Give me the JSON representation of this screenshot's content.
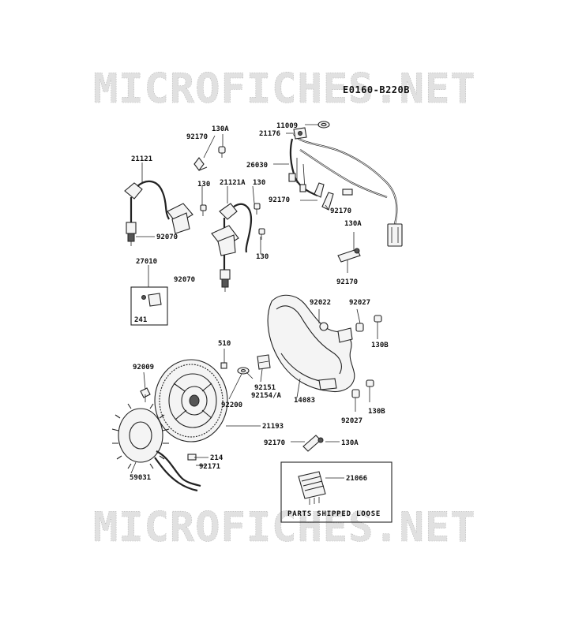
{
  "diagram": {
    "code": "E0160-B220B",
    "watermark": "MICROFICHES.NET",
    "note": "PARTS SHIPPED LOOSE"
  },
  "labels": {
    "l11009": "11009",
    "l21176": "21176",
    "l26030": "26030",
    "l92170_a": "92170",
    "l92170_b": "92170",
    "l92170_c": "92170",
    "l92170_d": "92170",
    "l92170_e": "92170",
    "l130a_a": "130A",
    "l130a_b": "130A",
    "l130a_c": "130A",
    "l21121": "21121",
    "l21121a": "21121A",
    "l130_a": "130",
    "l130_b": "130",
    "l130_c": "130",
    "l92070_a": "92070",
    "l92070_b": "92070",
    "l27010": "27010",
    "l241": "241",
    "l92022": "92022",
    "l92027_a": "92027",
    "l92027_b": "92027",
    "l130b_a": "130B",
    "l130b_b": "130B",
    "l510": "510",
    "l92009": "92009",
    "l92151": "92151",
    "l92154a": "92154/A",
    "l92200": "92200",
    "l14083": "14083",
    "l21193": "21193",
    "l214": "214",
    "l92171": "92171",
    "l59031": "59031",
    "l21066": "21066"
  }
}
